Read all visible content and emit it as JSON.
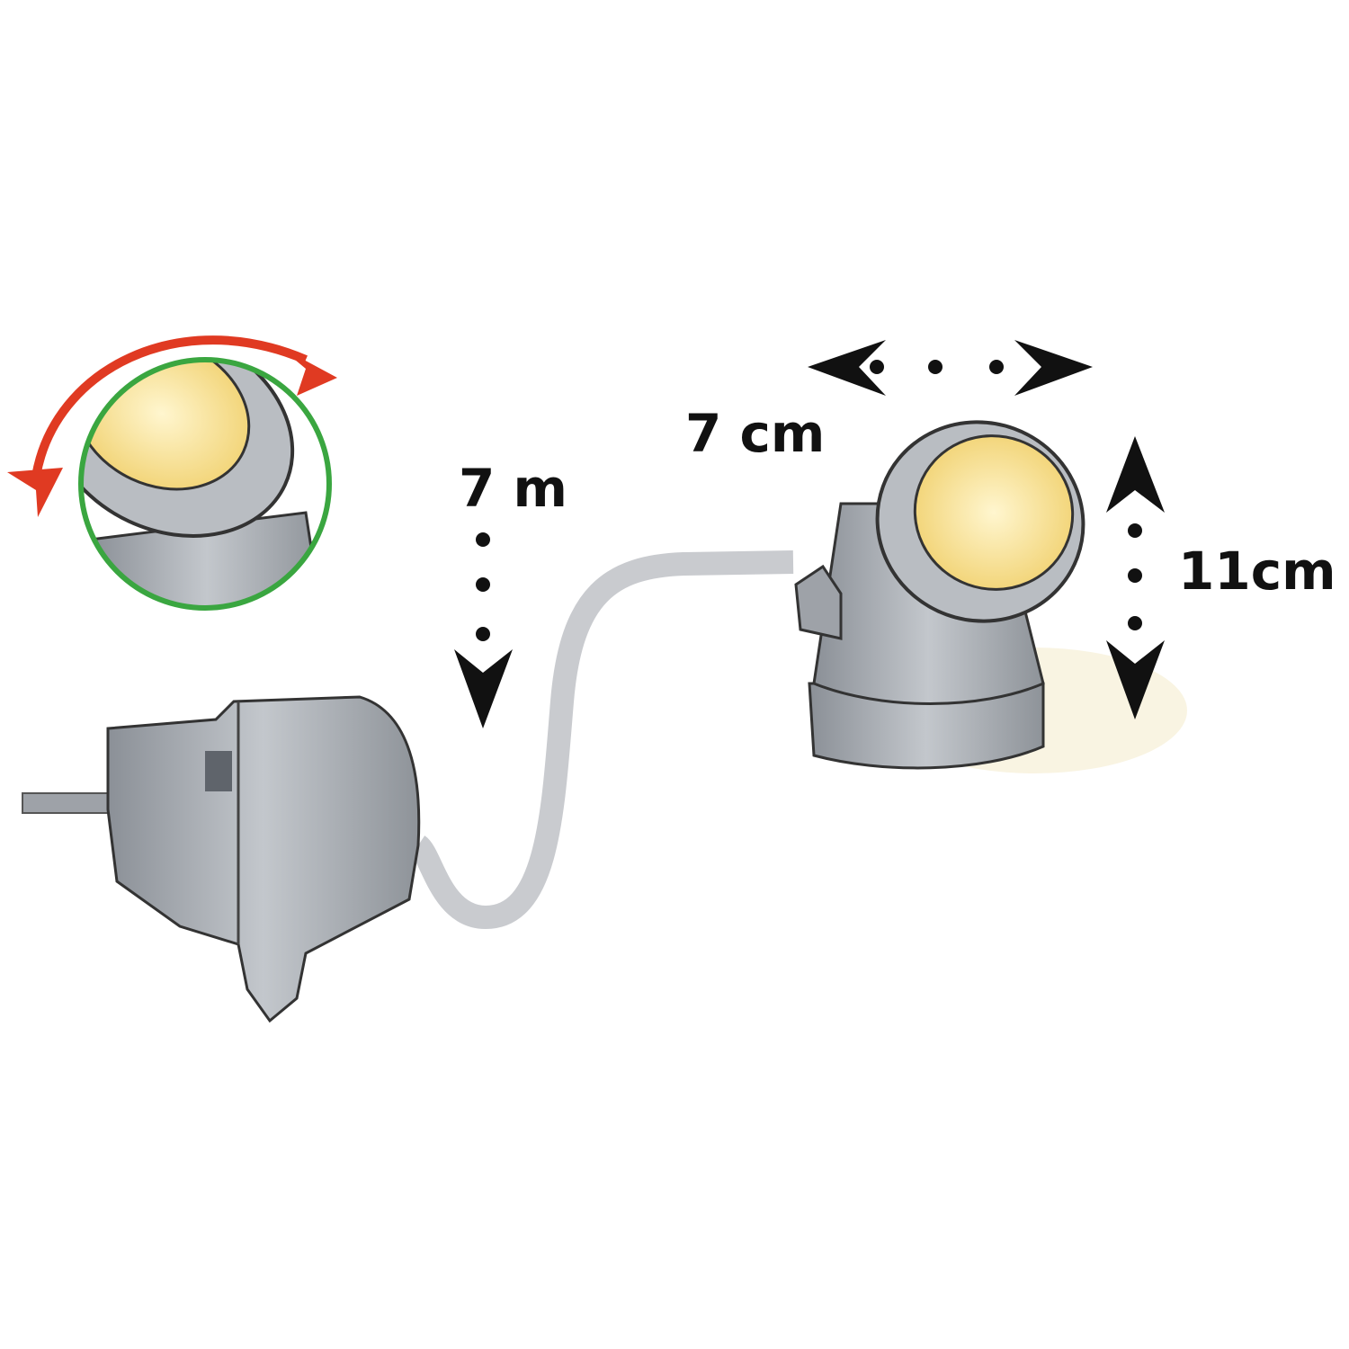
{
  "labels": {
    "width": "7 cm",
    "cable_length": "7 m",
    "height": "11cm"
  },
  "colors": {
    "rotation_arrow": "#e03a22",
    "inset_ring": "#3aa640",
    "cable": "#c9cbcf",
    "lens": "#f7dc8a",
    "body": "#a9adb3",
    "dimension": "#111111"
  },
  "icons": [
    "rotation-arrow-icon",
    "dimension-arrow-icon",
    "plug-icon",
    "spotlight-icon"
  ]
}
